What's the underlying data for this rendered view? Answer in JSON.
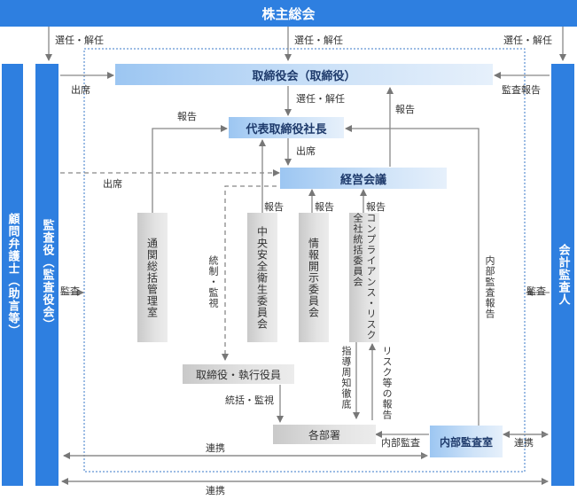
{
  "boxes": {
    "shareholders": "株主総会",
    "advisor": "顧問弁護士（助言等）",
    "auditors": "監査役（監査役会）",
    "accounting_auditor": "会計監査人",
    "board": "取締役会（取締役）",
    "president": "代表取締役社長",
    "management_meeting": "経営会議",
    "admin_office": "通関総括管理室",
    "safety_committee": "中央安全衛生委員会",
    "disclosure_committee": "情報開示委員会",
    "compliance_committee": "コンプライアンス・リスク全社統括委員会",
    "officers": "取締役・執行役員",
    "departments": "各部署",
    "internal_audit": "内部監査室"
  },
  "labels": {
    "elect_left": "選任・解任",
    "elect_center": "選任・解任",
    "elect_right": "選任・解任",
    "attend_left": "出席",
    "audit_report": "監査報告",
    "elect_board": "選任・解任",
    "report_admin": "報告",
    "report_board": "報告",
    "attend_president": "出席",
    "attend_meeting": "出席",
    "report_safety": "報告",
    "report_disclosure": "報告",
    "report_compliance": "報告",
    "control_monitor": "統制・監視",
    "internal_audit_report": "内部監査報告",
    "audit_left": "監査",
    "audit_right": "監査",
    "instruct": "指導周知徹底",
    "risk_report": "リスク等の報告",
    "supervise": "統括・監視",
    "internal_audit": "内部監査",
    "cooperate_inner": "連携",
    "cooperate_right": "連携",
    "cooperate_bottom": "連携"
  }
}
